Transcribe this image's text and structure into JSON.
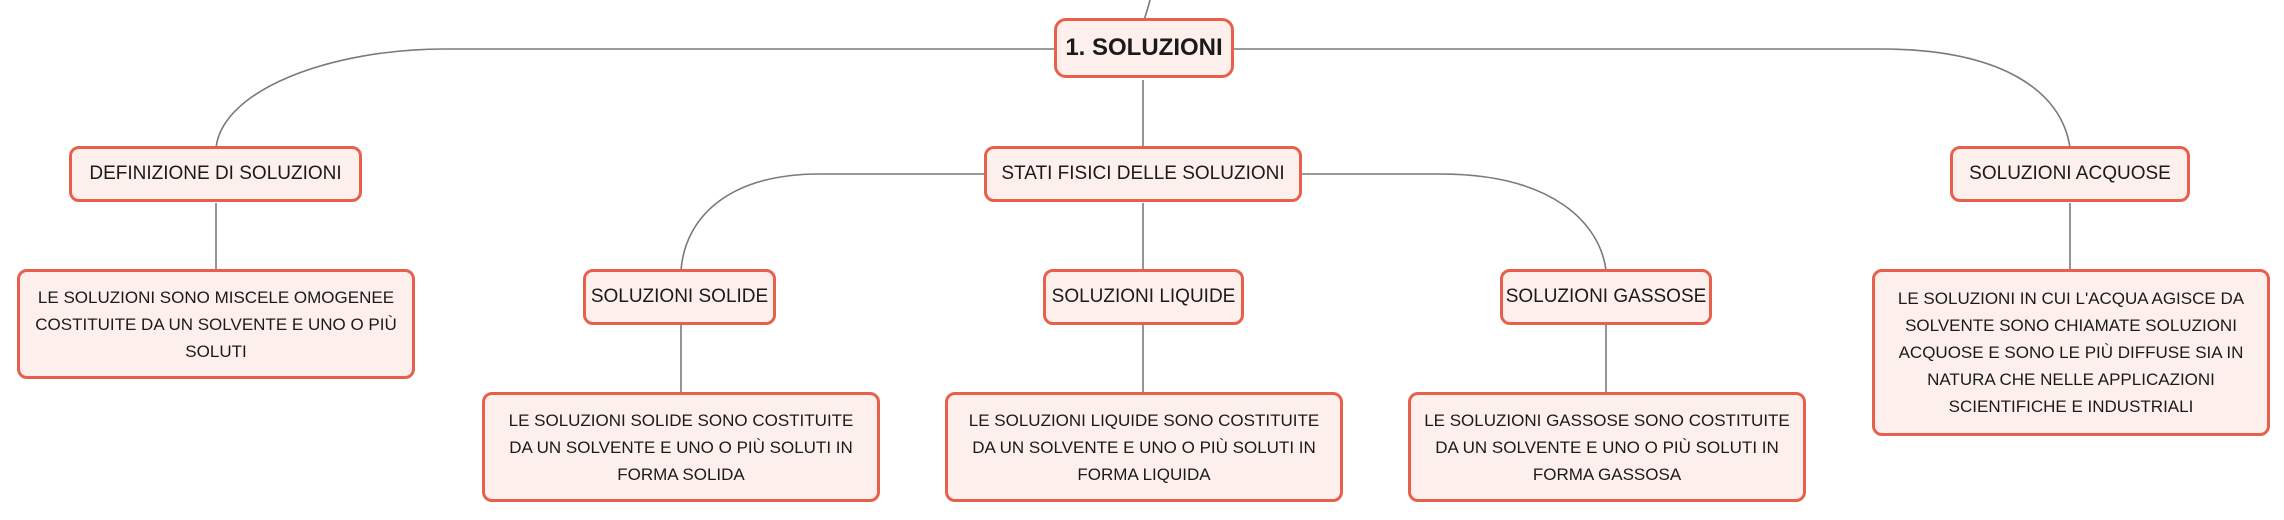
{
  "colors": {
    "border": "#e8604c",
    "fill": "#fdf0ec",
    "connector": "#7a7a7a",
    "text": "#1a1a1a"
  },
  "root": {
    "label": "1. SOLUZIONI"
  },
  "branches": {
    "definizione": {
      "label": "DEFINIZIONE DI SOLUZIONI",
      "detail": "LE SOLUZIONI SONO MISCELE OMOGENEE COSTITUITE DA UN SOLVENTE E UNO O PIÙ SOLUTI"
    },
    "stati": {
      "label": "STATI FISICI DELLE SOLUZIONI",
      "children": {
        "solide": {
          "label": "SOLUZIONI SOLIDE",
          "detail": "LE SOLUZIONI SOLIDE SONO COSTITUITE DA UN SOLVENTE E UNO O PIÙ SOLUTI IN FORMA SOLIDA"
        },
        "liquide": {
          "label": "SOLUZIONI LIQUIDE",
          "detail": "LE SOLUZIONI LIQUIDE SONO COSTITUITE DA UN SOLVENTE E UNO O PIÙ SOLUTI IN FORMA LIQUIDA"
        },
        "gassose": {
          "label": "SOLUZIONI GASSOSE",
          "detail": "LE SOLUZIONI GASSOSE SONO COSTITUITE DA UN SOLVENTE E UNO O PIÙ SOLUTI IN FORMA GASSOSA"
        }
      }
    },
    "acquose": {
      "label": "SOLUZIONI ACQUOSE",
      "detail": "LE SOLUZIONI IN CUI L'ACQUA AGISCE DA SOLVENTE SONO CHIAMATE SOLUZIONI ACQUOSE E SONO LE PIÙ DIFFUSE SIA IN NATURA CHE NELLE APPLICAZIONI SCIENTIFICHE E INDUSTRIALI"
    }
  }
}
